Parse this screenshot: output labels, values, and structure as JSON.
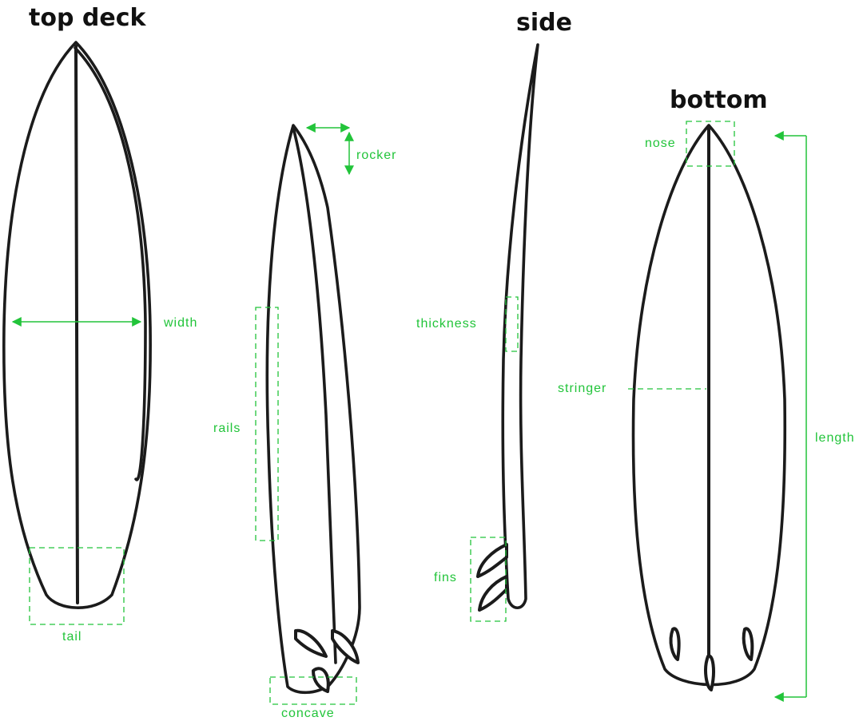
{
  "views": {
    "top_deck": "top deck",
    "side": "side",
    "bottom": "bottom"
  },
  "labels": {
    "width": "width",
    "tail": "tail",
    "rocker": "rocker",
    "rails": "rails",
    "concave": "concave",
    "thickness": "thickness",
    "fins": "fins",
    "stringer": "stringer",
    "nose": "nose",
    "length": "length"
  },
  "colors": {
    "annotation": "#22c43a",
    "outline": "#1b1b1b"
  }
}
